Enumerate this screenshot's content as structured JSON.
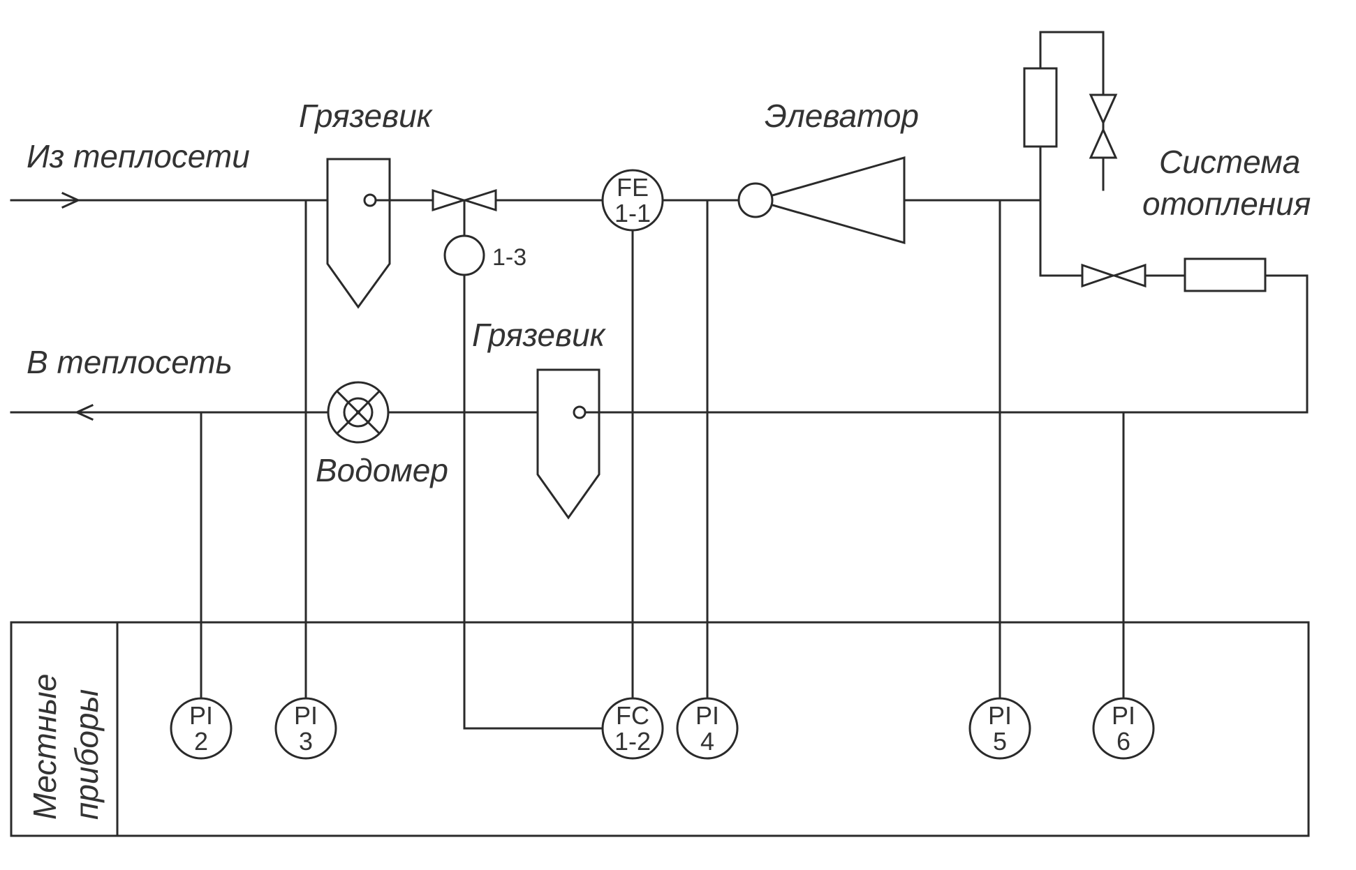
{
  "labels": {
    "from_network": "Из теплосети",
    "to_network": "В теплосеть",
    "mud_trap_top": "Грязевик",
    "mud_trap_bottom": "Грязевик",
    "elevator": "Элеватор",
    "heating_line1": "Система",
    "heating_line2": "отопления",
    "water_meter": "Водомер",
    "panel_line1": "Местные",
    "panel_line2": "приборы",
    "valve_tag": "1-3"
  },
  "instruments": {
    "fe": {
      "code": "FE",
      "num": "1-1"
    },
    "fc": {
      "code": "FC",
      "num": "1-2"
    },
    "pi2": {
      "code": "PI",
      "num": "2"
    },
    "pi3": {
      "code": "PI",
      "num": "3"
    },
    "pi4": {
      "code": "PI",
      "num": "4"
    },
    "pi5": {
      "code": "PI",
      "num": "5"
    },
    "pi6": {
      "code": "PI",
      "num": "6"
    }
  }
}
